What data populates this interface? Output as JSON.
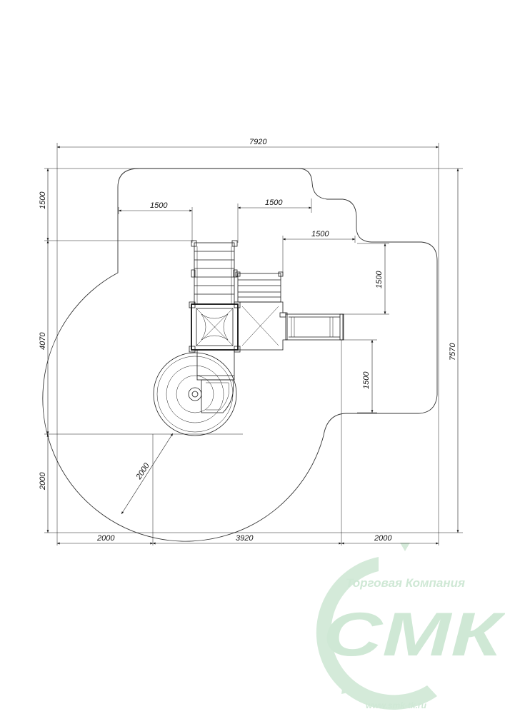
{
  "dimensions": {
    "overall_width": "7920",
    "overall_height": "7570",
    "left_1500_top": "1500",
    "left_4070": "4070",
    "left_2000": "2000",
    "bottom_left_2000": "2000",
    "bottom_3920": "3920",
    "bottom_right_2000": "2000",
    "inner_1500_a": "1500",
    "inner_1500_b": "1500",
    "inner_1500_c": "1500",
    "right_1500_upper": "1500",
    "right_1500_lower": "1500",
    "radius_2000": "2000"
  },
  "watermark": {
    "company_line": "Торговая Компания",
    "brand": "СМК",
    "url": "www.smk-tk.ru",
    "color": "#cfe8d5"
  }
}
